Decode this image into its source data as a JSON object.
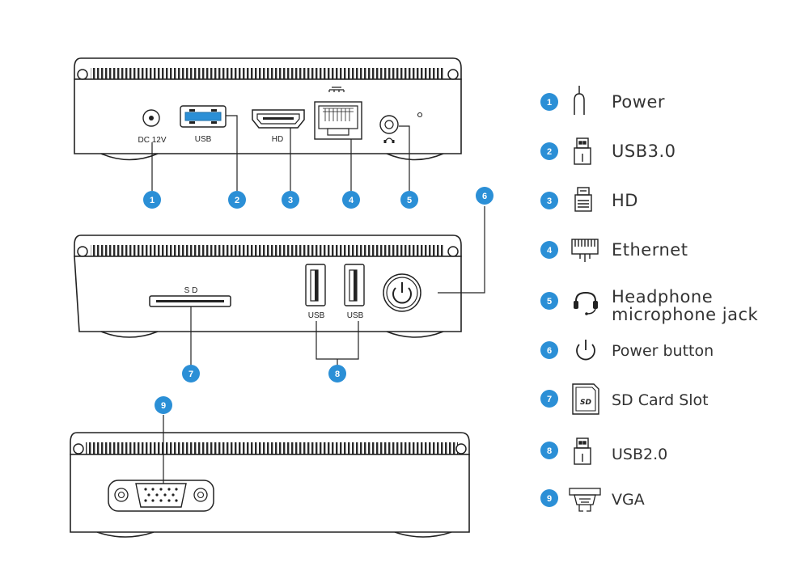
{
  "colors": {
    "accent": "#2b8fd6",
    "body_stroke": "#222222",
    "usb3_blue": "#2b8fd6"
  },
  "port_labels": {
    "dc": "DC 12V",
    "usb3": "USB",
    "hd": "HD",
    "sd": "S D",
    "usb_a": "USB",
    "usb_b": "USB"
  },
  "callouts": [
    "1",
    "2",
    "3",
    "4",
    "5",
    "6",
    "7",
    "8",
    "9"
  ],
  "legend": [
    {
      "num": "1",
      "label": "Power",
      "icon": "power-plug-icon"
    },
    {
      "num": "2",
      "label": "USB3.0",
      "icon": "usb3-icon"
    },
    {
      "num": "3",
      "label": "HD",
      "icon": "hd-icon"
    },
    {
      "num": "4",
      "label": "Ethernet",
      "icon": "ethernet-icon"
    },
    {
      "num": "5",
      "label": "Headphone",
      "label2": "microphone jack",
      "icon": "headset-icon"
    },
    {
      "num": "6",
      "label": "Power button",
      "icon": "power-button-icon"
    },
    {
      "num": "7",
      "label": "SD Card Slot",
      "icon": "sd-card-icon"
    },
    {
      "num": "8",
      "label": "USB2.0",
      "icon": "usb2-icon"
    },
    {
      "num": "9",
      "label": "VGA",
      "icon": "vga-icon"
    }
  ]
}
